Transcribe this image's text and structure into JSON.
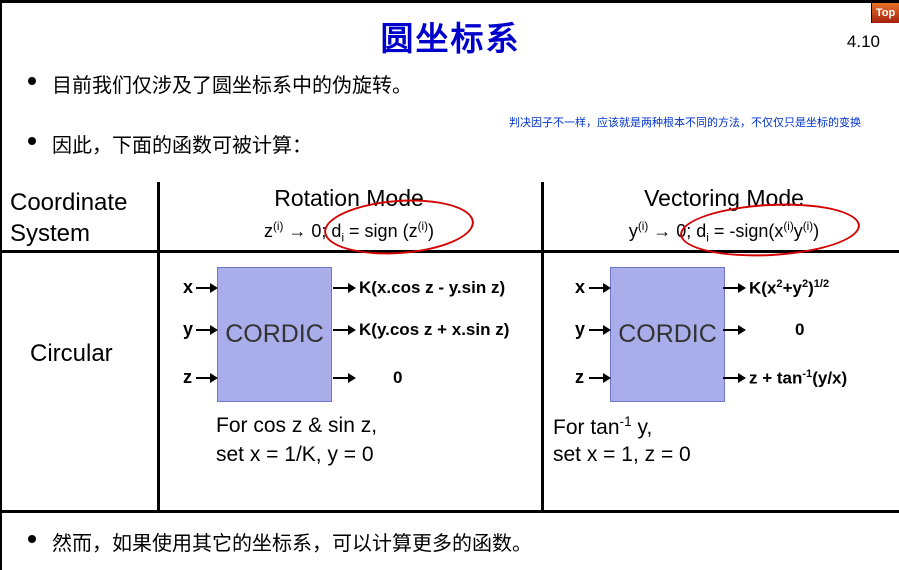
{
  "colors": {
    "title_blue": "#0000cc",
    "annotation_blue": "#0033cc",
    "cordic_fill": "#a9ade9",
    "cordic_border": "#7177c8",
    "circle_red": "#d40000",
    "top_tab_orange": "#e77428",
    "top_tab_red": "#a5200f"
  },
  "page": {
    "title": "圆坐标系",
    "page_number": "4.10",
    "top_link": "Top"
  },
  "bullets": {
    "intro": "目前我们仅涉及了圆坐标系中的伪旋转。",
    "therefore": "因此，下面的函数可被计算：",
    "closing": "然而，如果使用其它的坐标系，可以计算更多的函数。"
  },
  "annotation": {
    "text": "判决因子不一样，应该就是两种根本不同的方法，不仅仅只是坐标的变换"
  },
  "table": {
    "coordinate_header_line1": "Coordinate",
    "coordinate_header_line2": "System",
    "row_label": "Circular",
    "rotation": {
      "title": "Rotation Mode",
      "condition": [
        {
          "t": "z"
        },
        {
          "t": "(i)",
          "s": "sup"
        },
        {
          "t": " → 0; d"
        },
        {
          "t": "i",
          "s": "sub"
        },
        {
          "t": " = sign (z"
        },
        {
          "t": "(i)",
          "s": "sup"
        },
        {
          "t": ")"
        }
      ],
      "inputs": [
        "x",
        "y",
        "z"
      ],
      "block_label": "CORDIC",
      "outputs": [
        [
          {
            "t": "K(x.cos z - y.sin z)"
          }
        ],
        [
          {
            "t": "K(y.cos z + x.sin z)"
          }
        ],
        [
          {
            "t": "0"
          }
        ]
      ],
      "note_line1": [
        {
          "t": "For cos z & sin z,"
        }
      ],
      "note_line2": "set x = 1/K, y = 0"
    },
    "vectoring": {
      "title": "Vectoring Mode",
      "condition": [
        {
          "t": "y"
        },
        {
          "t": "(i)",
          "s": "sup"
        },
        {
          "t": " → 0; d"
        },
        {
          "t": "i",
          "s": "sub"
        },
        {
          "t": " = -sign(x"
        },
        {
          "t": "(i)",
          "s": "sup"
        },
        {
          "t": "y"
        },
        {
          "t": "(i)",
          "s": "sup"
        },
        {
          "t": ")"
        }
      ],
      "inputs": [
        "x",
        "y",
        "z"
      ],
      "block_label": "CORDIC",
      "outputs": [
        [
          {
            "t": "K(x"
          },
          {
            "t": "2",
            "s": "sup"
          },
          {
            "t": "+y"
          },
          {
            "t": "2",
            "s": "sup"
          },
          {
            "t": ")"
          },
          {
            "t": "1/2",
            "s": "sup"
          }
        ],
        [
          {
            "t": "0"
          }
        ],
        [
          {
            "t": "z + tan"
          },
          {
            "t": "-1",
            "s": "sup"
          },
          {
            "t": "(y/x)"
          }
        ]
      ],
      "note_line1": [
        {
          "t": "For tan"
        },
        {
          "t": "-1",
          "s": "sup"
        },
        {
          "t": " y,"
        }
      ],
      "note_line2": "set x = 1, z = 0"
    }
  }
}
